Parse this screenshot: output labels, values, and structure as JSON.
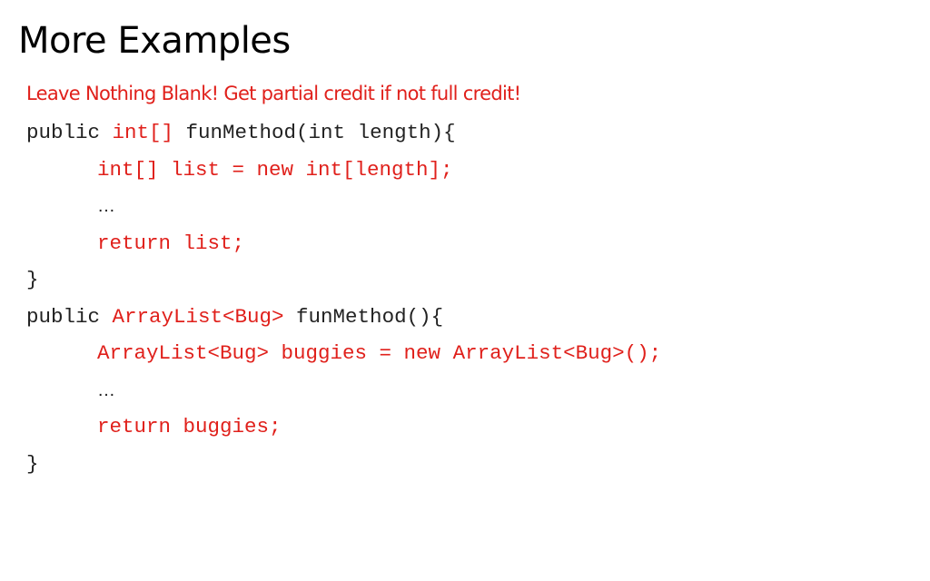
{
  "slide": {
    "title": "More Examples",
    "note": "Leave Nothing Blank! Get partial credit if not full credit!",
    "code": {
      "method1_sig_prefix": "public ",
      "method1_return_type": "int[]",
      "method1_sig_suffix": " funMethod(int length){",
      "method1_body_line1": "int[] list = new int[length];",
      "method1_ellipsis": "…",
      "method1_return": "return list;",
      "method1_close": "}",
      "method2_sig_prefix": "public ",
      "method2_return_type": "ArrayList<Bug>",
      "method2_sig_suffix": " funMethod(){",
      "method2_body_line1": "ArrayList<Bug> buggies = new ArrayList<Bug>();",
      "method2_ellipsis": "…",
      "method2_return": "return buggies;",
      "method2_close": "}"
    }
  },
  "colors": {
    "accent": "#e0201b",
    "text": "#222222",
    "title": "#000000",
    "background": "#ffffff"
  }
}
